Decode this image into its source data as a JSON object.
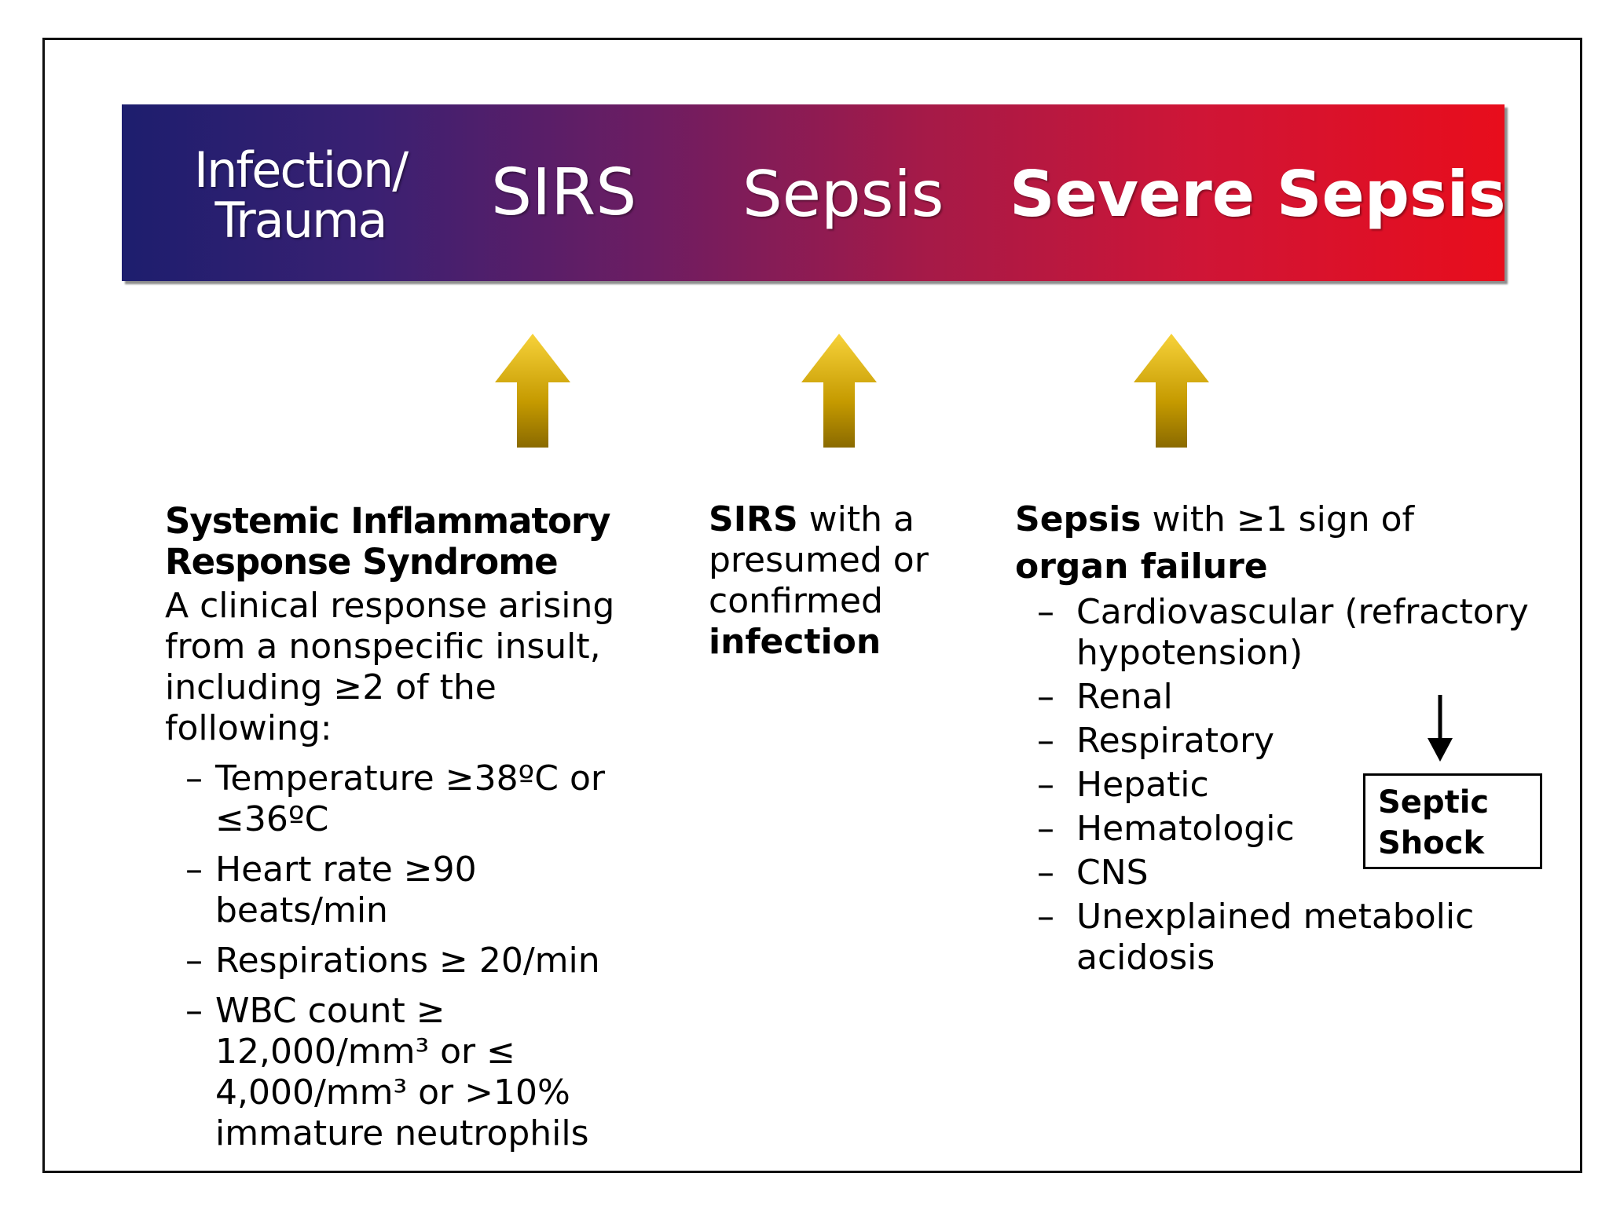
{
  "banner": {
    "gradient_colors": [
      "#1d1e6e",
      "#6c1d62",
      "#cf1536",
      "#e80d1c"
    ],
    "stages": [
      {
        "line1": "Infection/",
        "line2": "Trauma"
      },
      {
        "label": "SIRS"
      },
      {
        "label": "Sepsis"
      },
      {
        "label": "Severe Sepsis"
      }
    ]
  },
  "arrow_color": "#c9a000",
  "sirs": {
    "title_line1": "Systemic Inflammatory",
    "title_line2": "Response Syndrome",
    "description": "A clinical response arising from a nonspecific insult, including ≥2 of the following:",
    "criteria": [
      "Temperature ≥38ºC or ≤36ºC",
      "Heart rate ≥90 beats/min",
      "Respirations ≥ 20/min",
      "WBC count ≥ 12,000/mm³ or ≤ 4,000/mm³ or >10% immature neutrophils"
    ]
  },
  "sepsis": {
    "bold_start": "SIRS",
    "middle": " with a presumed or confirmed ",
    "bold_end": "infection"
  },
  "severe_sepsis": {
    "bold_start": "Sepsis",
    "middle": " with ≥1 sign of",
    "bold_end": "organ failure",
    "organs": [
      "Cardiovascular (refractory hypotension)",
      "Renal",
      "Respiratory",
      "Hepatic",
      "Hematologic",
      "CNS",
      "Unexplained metabolic acidosis"
    ]
  },
  "septic_shock": {
    "line1": "Septic",
    "line2": "Shock"
  },
  "dash": "–"
}
